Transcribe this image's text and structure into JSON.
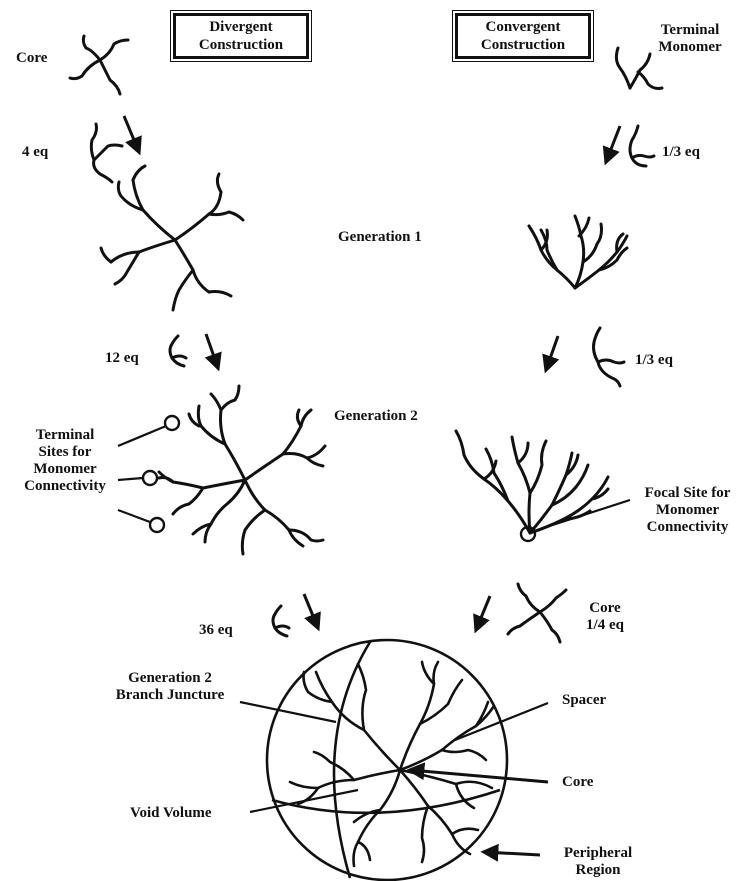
{
  "header": {
    "divergent_title": "Divergent\nConstruction",
    "convergent_title": "Convergent\nConstruction"
  },
  "labels": {
    "core_top": "Core",
    "terminal_monomer": "Terminal\nMonomer",
    "eq_4": "4 eq",
    "eq_third_1": "1/3 eq",
    "generation_1": "Generation 1",
    "eq_12": "12 eq",
    "eq_third_2": "1/3 eq",
    "generation_2": "Generation 2",
    "terminal_sites": "Terminal\nSites for\nMonomer\nConnectivity",
    "focal_site": "Focal Site for\nMonomer\nConnectivity",
    "eq_36": "36 eq",
    "core_right": "Core\n1/4 eq",
    "gen2_branch_juncture": "Generation 2\nBranch Juncture",
    "spacer": "Spacer",
    "core_center": "Core",
    "void_volume": "Void Volume",
    "peripheral_region": "Peripheral\nRegion"
  },
  "colors": {
    "ink": "#111111",
    "background": "#ffffff"
  }
}
